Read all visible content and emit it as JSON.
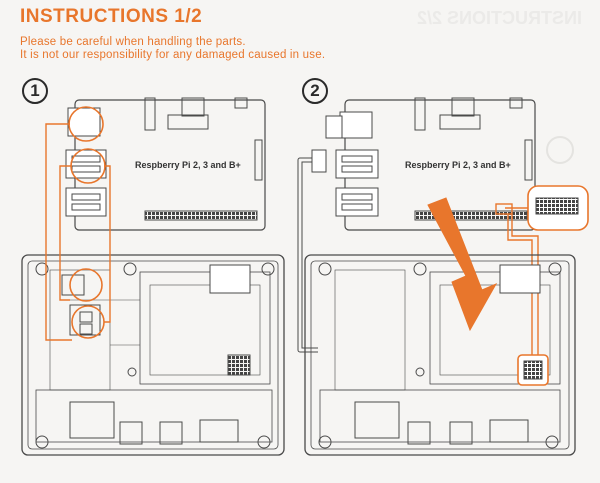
{
  "header": {
    "title": "INSTRUCTIONS 1/2",
    "ghost_title": "INSTRUCTIONS 2/2",
    "warning_line1": "Please be careful when handling the parts.",
    "warning_line2": "It is not our responsibility for any damaged caused in use."
  },
  "steps": [
    {
      "number": "1",
      "board_label": "Respberry Pi 2, 3 and B+"
    },
    {
      "number": "2",
      "board_label": "Respberry Pi 2, 3 and B+"
    }
  ],
  "colors": {
    "accent": "#e8762c",
    "line": "#4a4a4a"
  }
}
